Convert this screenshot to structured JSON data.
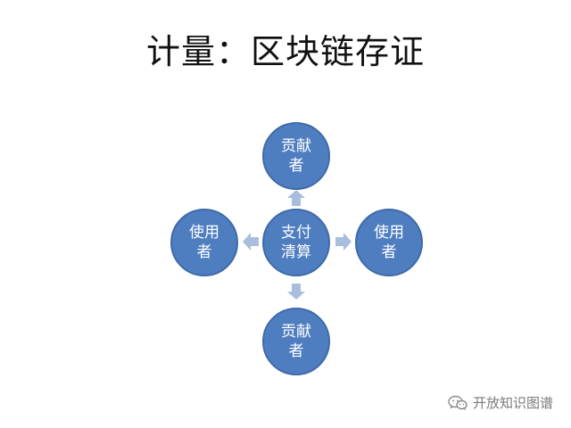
{
  "slide": {
    "title": "计量：区块链存证"
  },
  "diagram": {
    "center": {
      "label": "支付清算"
    },
    "top": {
      "label": "贡献者"
    },
    "bottom": {
      "label": "贡献者"
    },
    "left": {
      "label": "使用者"
    },
    "right": {
      "label": "使用者"
    }
  },
  "watermark": {
    "text": "开放知识图谱",
    "icon": "wechat-icon"
  },
  "colors": {
    "node_fill": "#4f7ec0",
    "node_border": "#3f6aa8",
    "arrow": "#a9bedc",
    "title": "#111111",
    "watermark": "#7a7a7a"
  }
}
